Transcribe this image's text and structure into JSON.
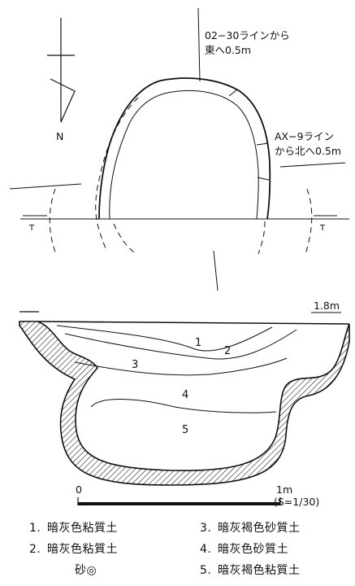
{
  "plan": {
    "north_label": "N",
    "line_note_1_a": "02−30ラインから",
    "line_note_1_b": "東へ0.5m",
    "line_note_2_a": "AX−9ライン",
    "line_note_2_b": "から北へ0.5m",
    "marker_left": "T",
    "marker_right": "T"
  },
  "section": {
    "elevation_label": "1.8m",
    "layer_numbers": [
      "1",
      "2",
      "3",
      "4",
      "5"
    ]
  },
  "scale": {
    "zero_label": "0",
    "end_label": "1m",
    "ratio_label": "(S=1/30)"
  },
  "legend": [
    {
      "num": "1.",
      "text": "暗灰色粘質土"
    },
    {
      "num": "2.",
      "text": "暗灰色粘質土"
    },
    {
      "num": "",
      "text": "砂◎"
    },
    {
      "num": "3.",
      "text": "暗灰褐色砂質土"
    },
    {
      "num": "4.",
      "text": "暗灰色砂質土"
    },
    {
      "num": "5.",
      "text": "暗灰褐色粘質土"
    }
  ]
}
